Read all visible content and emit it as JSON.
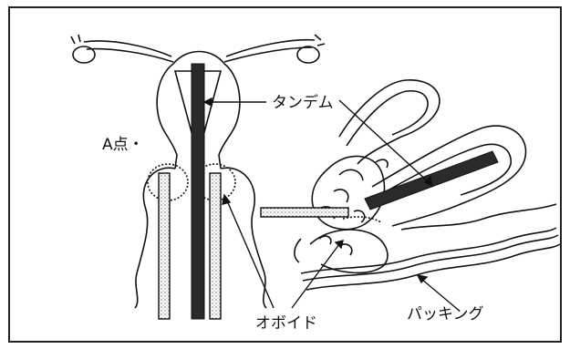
{
  "labels": {
    "tandem": "タンデム",
    "point_a": "A点・",
    "ovoid": "オボイド",
    "packing": "パッキング"
  },
  "colors": {
    "ink": "#111111",
    "frame": "#222222",
    "applicator_dark": "#2a2a2a",
    "ovoid_stipple": "#9a9a9a"
  }
}
